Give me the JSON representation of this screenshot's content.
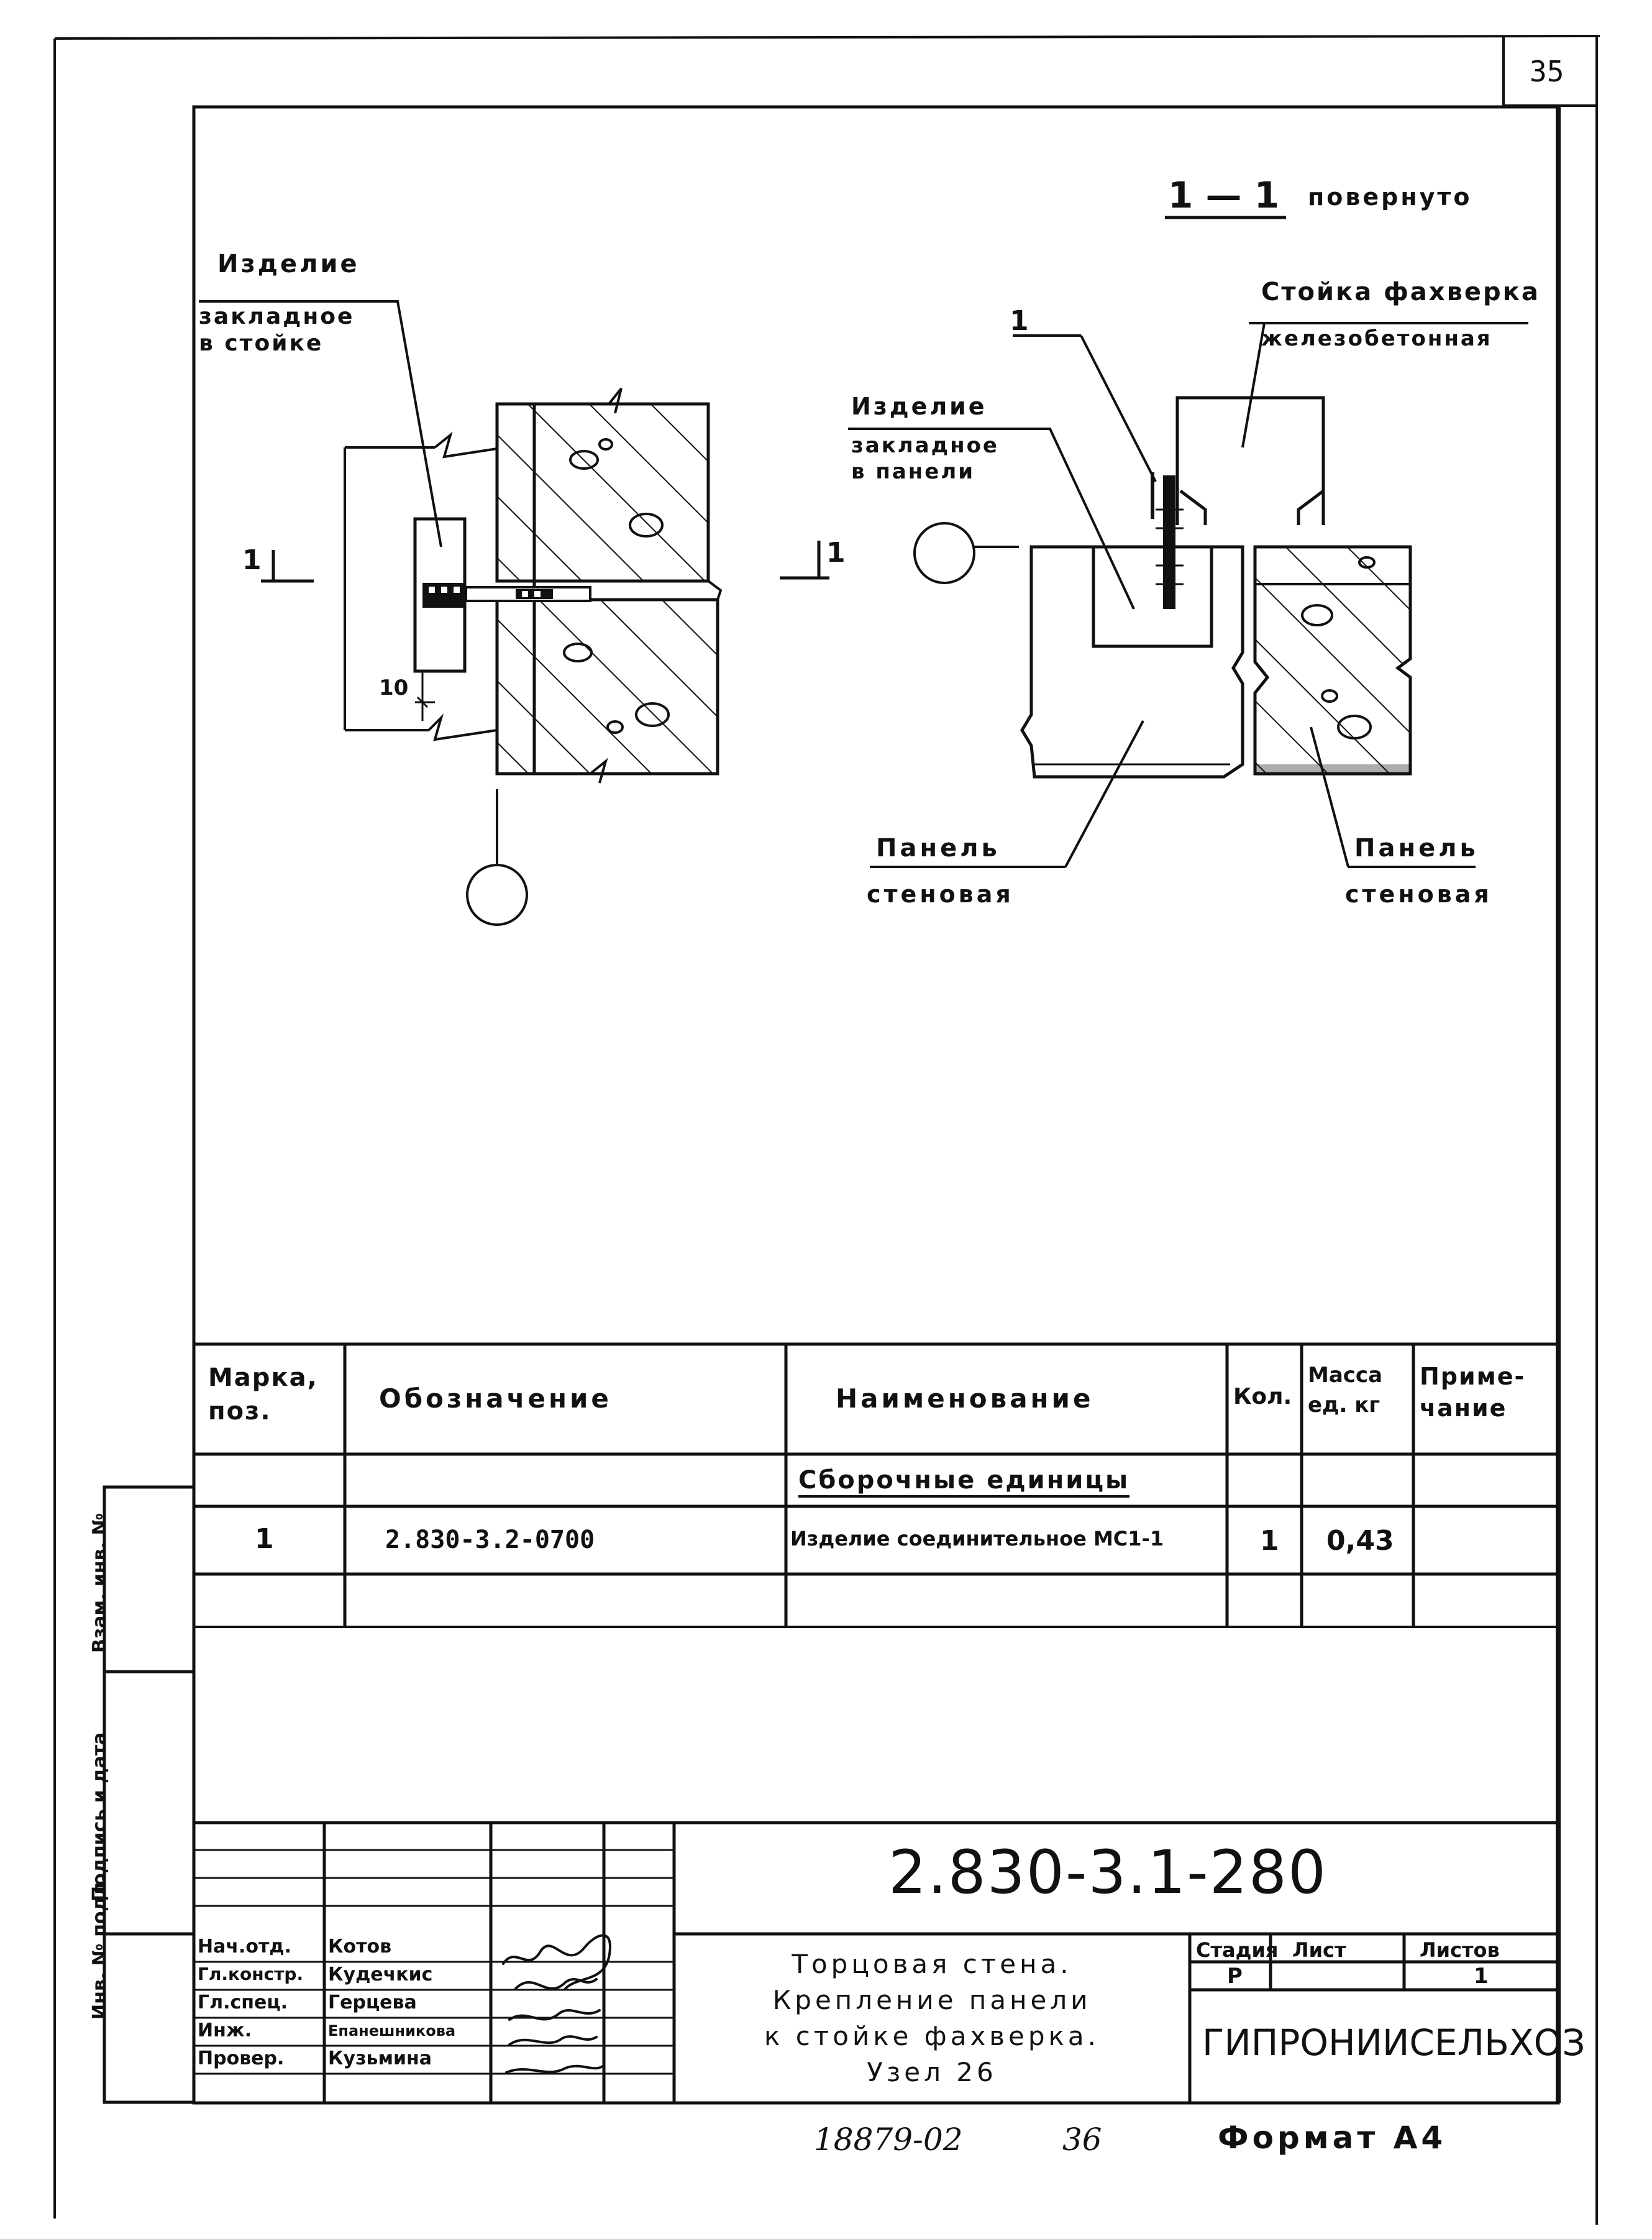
{
  "sheet": {
    "page_number": "35"
  },
  "section": {
    "label": "1 — 1",
    "note": "повернуто"
  },
  "callouts": {
    "left_embed_line1": "Изделие",
    "left_embed_line2": "закладное",
    "left_embed_line3": "в стойке",
    "column_line1": "Стойка фахверка",
    "column_line2": "железобетонная",
    "panel_embed_line1": "Изделие",
    "panel_embed_line2": "закладное",
    "panel_embed_line3": "в панели",
    "position_mark": "1",
    "cut_left": "1",
    "cut_right": "1",
    "dim_10": "10",
    "panel_left_line1": "Панель",
    "panel_left_line2": "стеновая",
    "panel_right_line1": "Панель",
    "panel_right_line2": "стеновая"
  },
  "spec_table": {
    "headers": {
      "mark": "Марка, поз.",
      "designation": "Обозначение",
      "name": "Наименование",
      "qty": "Кол.",
      "mass": "Масса ед. кг",
      "note": "Приме- чание"
    },
    "section_title": "Сборочные единицы",
    "rows": [
      {
        "mark": "1",
        "designation": "2.830-3.2-0700",
        "name": "Изделие соединительное МС1-1",
        "qty": "1",
        "mass": "0,43",
        "note": ""
      }
    ]
  },
  "side_stamp": {
    "inv_orig": "Инв. № подл.",
    "sign_date": "Подпись и дата",
    "replaces_inv": "Взам. инв. №"
  },
  "title_block": {
    "doc_code": "2.830-3.1-280",
    "title_line1": "Торцовая стена.",
    "title_line2": "Крепление панели",
    "title_line3": "к стойке фахверка.",
    "title_line4": "Узел 26",
    "stage_header": "Стадия",
    "sheet_header": "Лист",
    "sheets_header": "Листов",
    "stage_value": "Р",
    "sheet_value": "",
    "sheets_value": "1",
    "organization": "ГИПРОНИИСЕЛЬХОЗ",
    "staff": [
      {
        "role": "Нач.отд.",
        "name": "Котов"
      },
      {
        "role": "Гл.констр.",
        "name": "Кудечкис"
      },
      {
        "role": "Гл.спец.",
        "name": "Герцева"
      },
      {
        "role": "Инж.",
        "name": "Епанешникова"
      },
      {
        "role": "Провер.",
        "name": "Кузьмина"
      }
    ]
  },
  "footer": {
    "archive_no": "18879-02",
    "archive_sheet": "36",
    "format": "Формат А4"
  }
}
